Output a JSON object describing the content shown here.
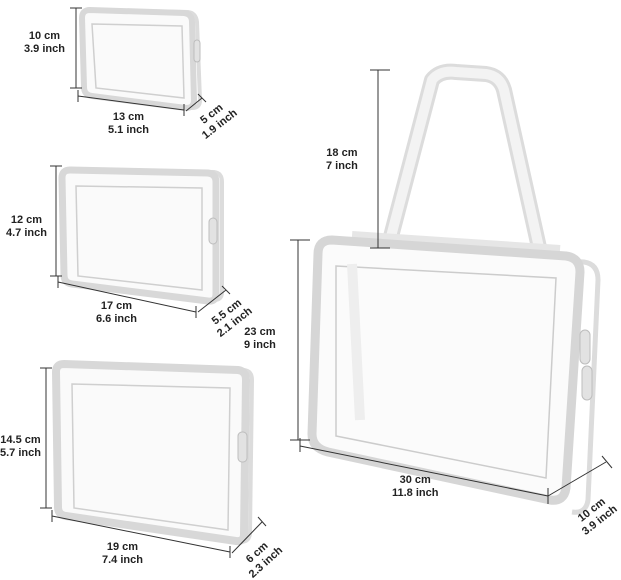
{
  "colors": {
    "bag_edge": "#dcdcdc",
    "bag_inner": "#c8c8c8",
    "bag_fill": "#f7f7f7",
    "handle": "#d8d8d8",
    "dimension_line": "#333333",
    "text": "#222222"
  },
  "bags": [
    {
      "id": "bag-1",
      "height": {
        "cm": "10 cm",
        "inch": "3.9 inch"
      },
      "width": {
        "cm": "13 cm",
        "inch": "5.1 inch"
      },
      "depth": {
        "cm": "5 cm",
        "inch": "1.9 inch"
      }
    },
    {
      "id": "bag-2",
      "height": {
        "cm": "12 cm",
        "inch": "4.7 inch"
      },
      "width": {
        "cm": "17 cm",
        "inch": "6.6 inch"
      },
      "depth": {
        "cm": "5.5 cm",
        "inch": "2.1 inch"
      }
    },
    {
      "id": "bag-3",
      "height": {
        "cm": "14.5 cm",
        "inch": "5.7 inch"
      },
      "width": {
        "cm": "19 cm",
        "inch": "7.4 inch"
      },
      "depth": {
        "cm": "6 cm",
        "inch": "2.3 inch"
      }
    },
    {
      "id": "bag-4",
      "handle": {
        "cm": "18 cm",
        "inch": "7 inch"
      },
      "height": {
        "cm": "23 cm",
        "inch": "9 inch"
      },
      "width": {
        "cm": "30 cm",
        "inch": "11.8 inch"
      },
      "depth": {
        "cm": "10 cm",
        "inch": "3.9 inch"
      }
    }
  ]
}
